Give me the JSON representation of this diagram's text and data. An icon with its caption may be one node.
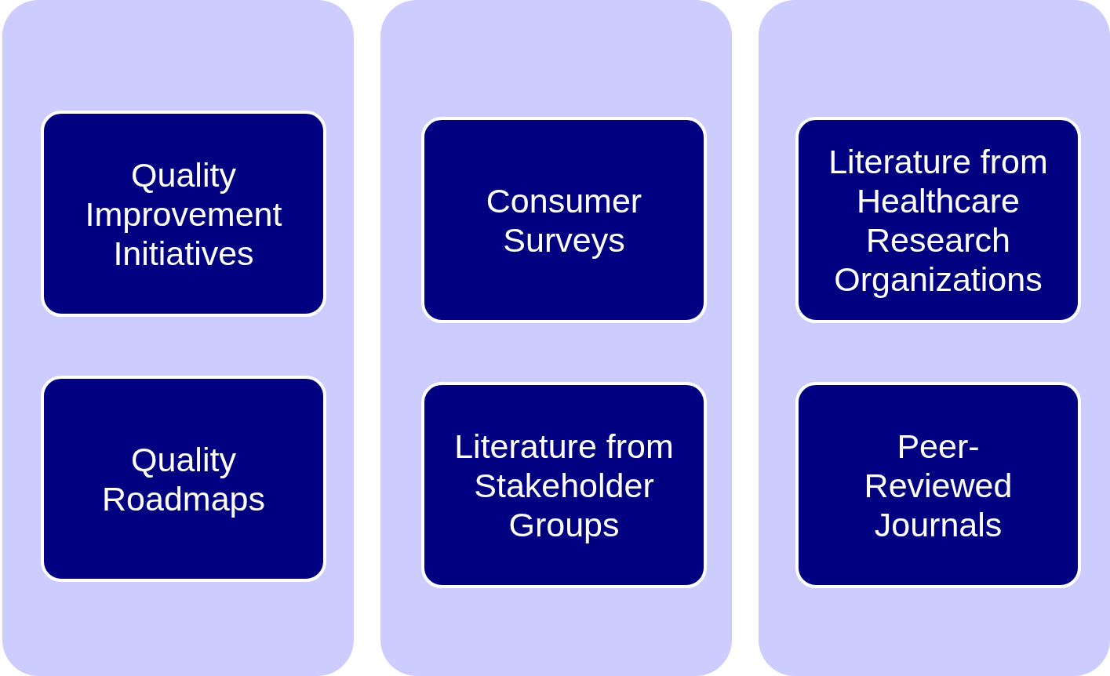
{
  "diagram": {
    "nodes": [
      {
        "text": [],
        "shape": "box"
      },
      {
        "text": [
          "Quality Improvement Initiatives"
        ],
        "in": 0
      },
      {
        "text": [
          "Quality Roadmaps"
        ],
        "in": 0
      },
      {
        "text": [],
        "shape": "box"
      },
      {
        "text": [
          "Consumer Surveys"
        ],
        "in": 3
      },
      {
        "text": [
          "Literature from Stakeholder Groups"
        ],
        "in": 3
      },
      {
        "text": [],
        "shape": "box"
      },
      {
        "text": [
          "Literature from Healthcare Research Organizations"
        ],
        "in": 6
      },
      {
        "text": [
          "Peer-Reviewed Journals"
        ],
        "in": 6
      }
    ]
  }
}
